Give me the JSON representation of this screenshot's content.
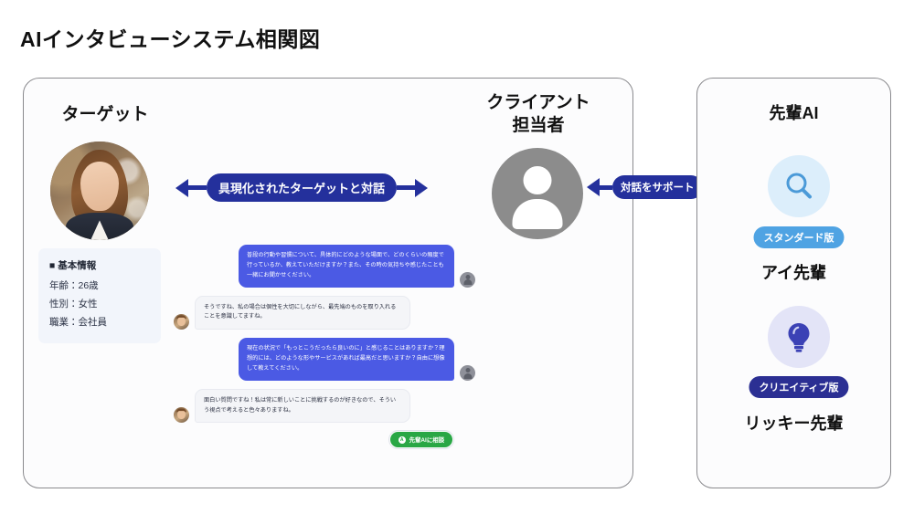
{
  "page": {
    "title": "AIインタビューシステム相関図"
  },
  "target": {
    "heading": "ターゲット",
    "photo_alt": "target-woman-photo",
    "info": {
      "title": "■ 基本情報",
      "rows": [
        "年齢：26歳",
        "性別：女性",
        "職業：会社員"
      ]
    }
  },
  "arrows": [
    {
      "label": "具現化されたターゲットと対話",
      "direction": "both"
    },
    {
      "label": "対話をサポート",
      "direction": "both"
    }
  ],
  "chat": {
    "messages": [
      {
        "sender": "ai",
        "text": "普段の行動や習慣について、具体的にどのような場面で、どのくらいの頻度で行っているか、教えていただけますか？また、その時の気持ちや感じたことも一緒にお聞かせください。"
      },
      {
        "sender": "user",
        "text": "そうですね、私の場合は個性を大切にしながら、最先端のものを取り入れることを意識してますね。"
      },
      {
        "sender": "ai",
        "text": "現在の状況で「もっとこうだったら良いのに」と感じることはありますか？理想的には、どのような形やサービスがあれば最高だと思いますか？自由に想像して教えてください。"
      },
      {
        "sender": "user",
        "text": "面白い質問ですね！私は常に新しいことに挑戦するのが好きなので、そういう視点で考えると色々ありますね。"
      }
    ],
    "consult_button": {
      "label": "先輩AIに相談",
      "icon_letter": "A",
      "color": "#29a745"
    }
  },
  "client": {
    "heading_line1": "クライアント",
    "heading_line2": "担当者",
    "avatar_color": "#8c8c8c"
  },
  "senior_ai": {
    "heading": "先輩AI",
    "items": [
      {
        "icon": "magnifier-icon",
        "badge": "スタンダード版",
        "badge_color": "#4fa3e3",
        "name": "アイ先輩"
      },
      {
        "icon": "lightbulb-icon",
        "badge": "クリエイティブ版",
        "badge_color": "#2b2f93",
        "name": "リッキー先輩"
      }
    ]
  },
  "colors": {
    "arrow_navy": "#24309c",
    "bubble_blue": "#4b5ae4",
    "panel_border": "#8a8a8e"
  }
}
